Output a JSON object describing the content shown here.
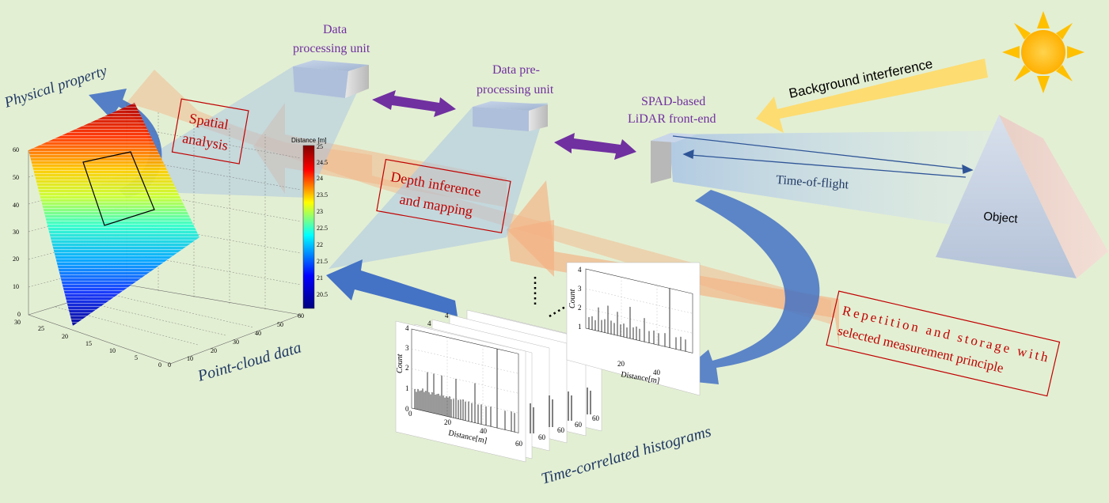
{
  "labels": {
    "data_processing_unit": [
      "Data",
      "processing unit"
    ],
    "data_preprocessing_unit": [
      "Data pre-",
      "processing unit"
    ],
    "spad_frontend": [
      "SPAD-based",
      "LiDAR front-end"
    ],
    "background_interference": "Background interference",
    "time_of_flight": "Time-of-flight",
    "object": "Object",
    "physical_property": "Physical property",
    "spatial_analysis": [
      "Spatial",
      "analysis"
    ],
    "depth_inference": [
      "Depth inference",
      "and mapping"
    ],
    "repetition": [
      "Repetition and storage with",
      "selected measurement principle"
    ],
    "point_cloud_data": "Point-cloud data",
    "time_correlated_histograms": "Time-correlated histograms"
  },
  "point_cloud": {
    "colorbar_title": "Distance [m]",
    "colorbar_ticks": [
      "25",
      "24.5",
      "24",
      "23.5",
      "23",
      "22.5",
      "22",
      "21.5",
      "21",
      "20.5"
    ],
    "z_ticks": [
      "60",
      "50",
      "40",
      "30",
      "20",
      "10",
      "0"
    ],
    "y_ticks": [
      "30",
      "25",
      "20",
      "15",
      "10",
      "5",
      "0"
    ],
    "x_ticks": [
      "0",
      "10",
      "20",
      "30",
      "40",
      "50",
      "60"
    ]
  },
  "histogram": {
    "ylabel": "Count",
    "xlabel": "Distance[m]",
    "y_ticks": [
      "0",
      "1",
      "2",
      "3",
      "4"
    ],
    "x_ticks": [
      "0",
      "20",
      "40",
      "60"
    ],
    "stack_tick": "4",
    "stack_x_tick": "60"
  },
  "colors": {
    "background": "#e3efd3",
    "purple_label": "#7030a0",
    "red_label": "#c00000",
    "navy_label": "#1f3864",
    "blue_arrow": "#4472c4",
    "purple_arrow": "#7030a0",
    "orange_arrow": "#f4b183",
    "yellow_arrow": "#ffd966",
    "sun": "#ffc000"
  }
}
